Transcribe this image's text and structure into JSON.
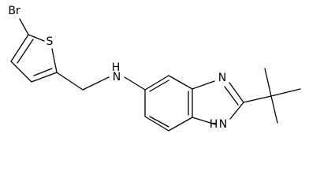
{
  "molecule": {
    "atoms": {
      "br": "Br",
      "s": "S",
      "nh_amine": "N",
      "h_amine": "H",
      "n_imidazole": "N",
      "nh_imidazole": "N",
      "h_imidazole": "H"
    }
  },
  "colors": {
    "bond": "#000000",
    "label": "#000000",
    "background": "#ffffff"
  }
}
